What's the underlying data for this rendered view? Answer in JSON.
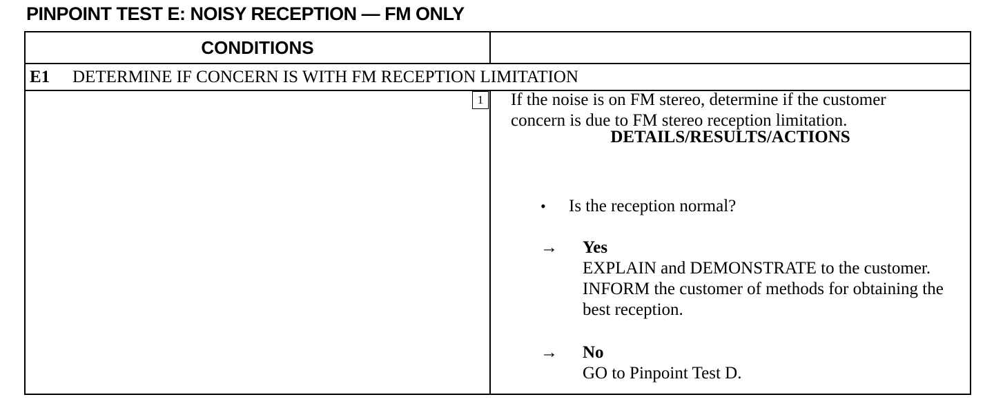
{
  "title": "PINPOINT TEST E:  NOISY RECEPTION — FM ONLY",
  "table": {
    "headers": {
      "conditions": "CONDITIONS",
      "details": "DETAILS/RESULTS/ACTIONS"
    },
    "step": {
      "id": "E1",
      "heading": "DETERMINE IF CONCERN IS WITH FM RECEPTION LIMITATION"
    },
    "details": {
      "item_number": "1",
      "instruction": "If the noise is on FM stereo, determine if the customer concern is due to FM stereo reception limitation.",
      "bullet_symbol": "•",
      "question": "Is the reception normal?",
      "arrow_symbol": "→",
      "yes": {
        "label": "Yes",
        "action": "EXPLAIN and DEMONSTRATE to the customer. INFORM the customer of methods for obtaining the best reception."
      },
      "no": {
        "label": "No",
        "action": "GO to Pinpoint Test D."
      }
    }
  }
}
